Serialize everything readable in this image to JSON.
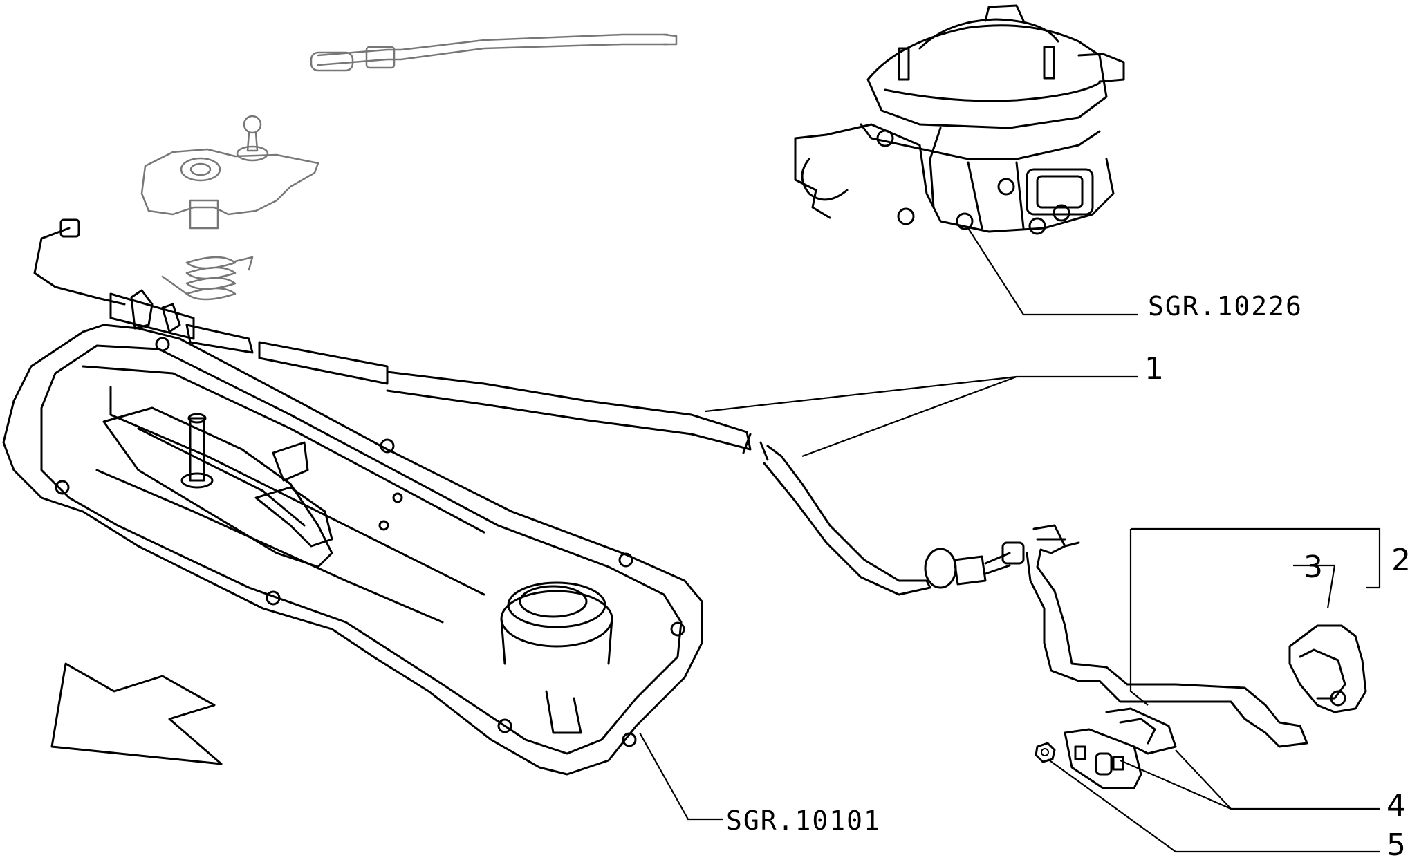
{
  "references": {
    "carburettor": "SGR.10226",
    "valve_cover": "SGR.10101"
  },
  "callouts": {
    "c1": "1",
    "c2": "2",
    "c3": "3",
    "c4": "4",
    "c5": "5"
  },
  "colors": {
    "line": "#000000",
    "ghost_parts": "#777777",
    "background": "#ffffff"
  }
}
